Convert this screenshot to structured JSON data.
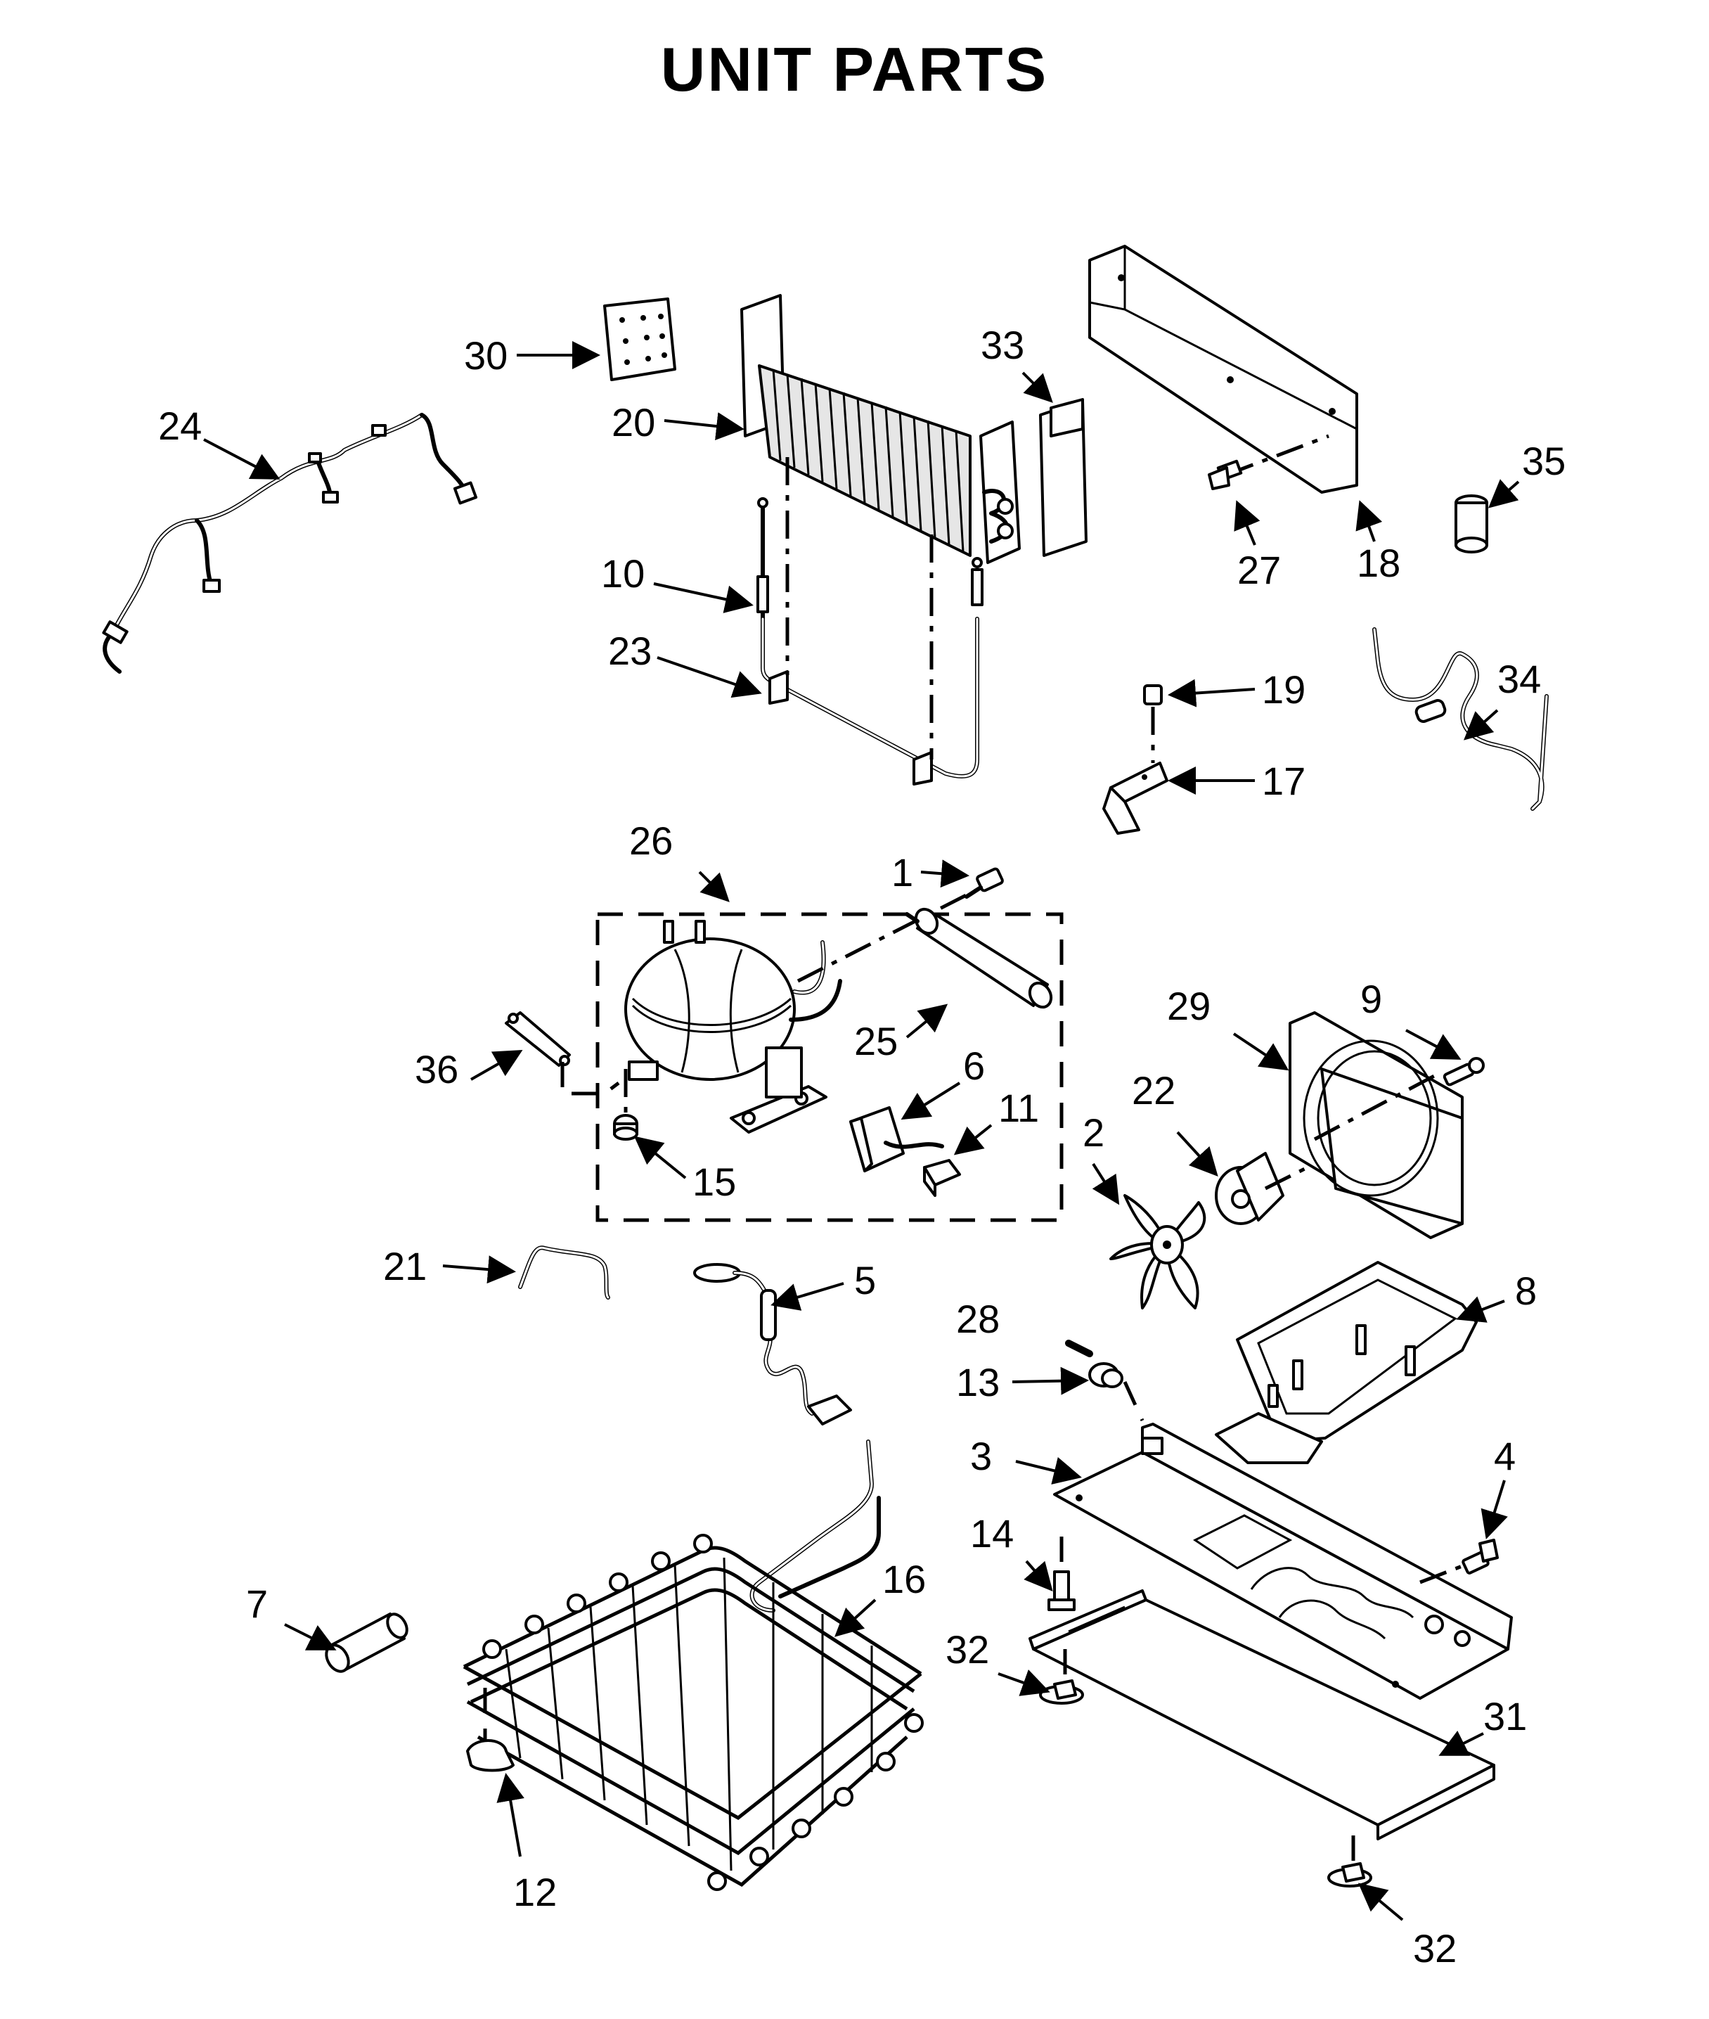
{
  "title": "UNIT PARTS",
  "callouts": [
    {
      "id": "c1",
      "text": "1"
    },
    {
      "id": "c2",
      "text": "2"
    },
    {
      "id": "c3",
      "text": "3"
    },
    {
      "id": "c4",
      "text": "4"
    },
    {
      "id": "c5",
      "text": "5"
    },
    {
      "id": "c6",
      "text": "6"
    },
    {
      "id": "c7",
      "text": "7"
    },
    {
      "id": "c8",
      "text": "8"
    },
    {
      "id": "c9",
      "text": "9"
    },
    {
      "id": "c10",
      "text": "10"
    },
    {
      "id": "c11",
      "text": "11"
    },
    {
      "id": "c12",
      "text": "12"
    },
    {
      "id": "c13",
      "text": "13"
    },
    {
      "id": "c14",
      "text": "14"
    },
    {
      "id": "c15",
      "text": "15"
    },
    {
      "id": "c16",
      "text": "16"
    },
    {
      "id": "c17",
      "text": "17"
    },
    {
      "id": "c18",
      "text": "18"
    },
    {
      "id": "c19",
      "text": "19"
    },
    {
      "id": "c20",
      "text": "20"
    },
    {
      "id": "c21",
      "text": "21"
    },
    {
      "id": "c22",
      "text": "22"
    },
    {
      "id": "c23",
      "text": "23"
    },
    {
      "id": "c24",
      "text": "24"
    },
    {
      "id": "c25",
      "text": "25"
    },
    {
      "id": "c26",
      "text": "26"
    },
    {
      "id": "c27",
      "text": "27"
    },
    {
      "id": "c28",
      "text": "28"
    },
    {
      "id": "c29",
      "text": "29"
    },
    {
      "id": "c30",
      "text": "30"
    },
    {
      "id": "c31",
      "text": "31"
    },
    {
      "id": "c32a",
      "text": "32"
    },
    {
      "id": "c32b",
      "text": "32"
    },
    {
      "id": "c33",
      "text": "33"
    },
    {
      "id": "c34",
      "text": "34"
    },
    {
      "id": "c35",
      "text": "35"
    },
    {
      "id": "c36",
      "text": "36"
    }
  ]
}
